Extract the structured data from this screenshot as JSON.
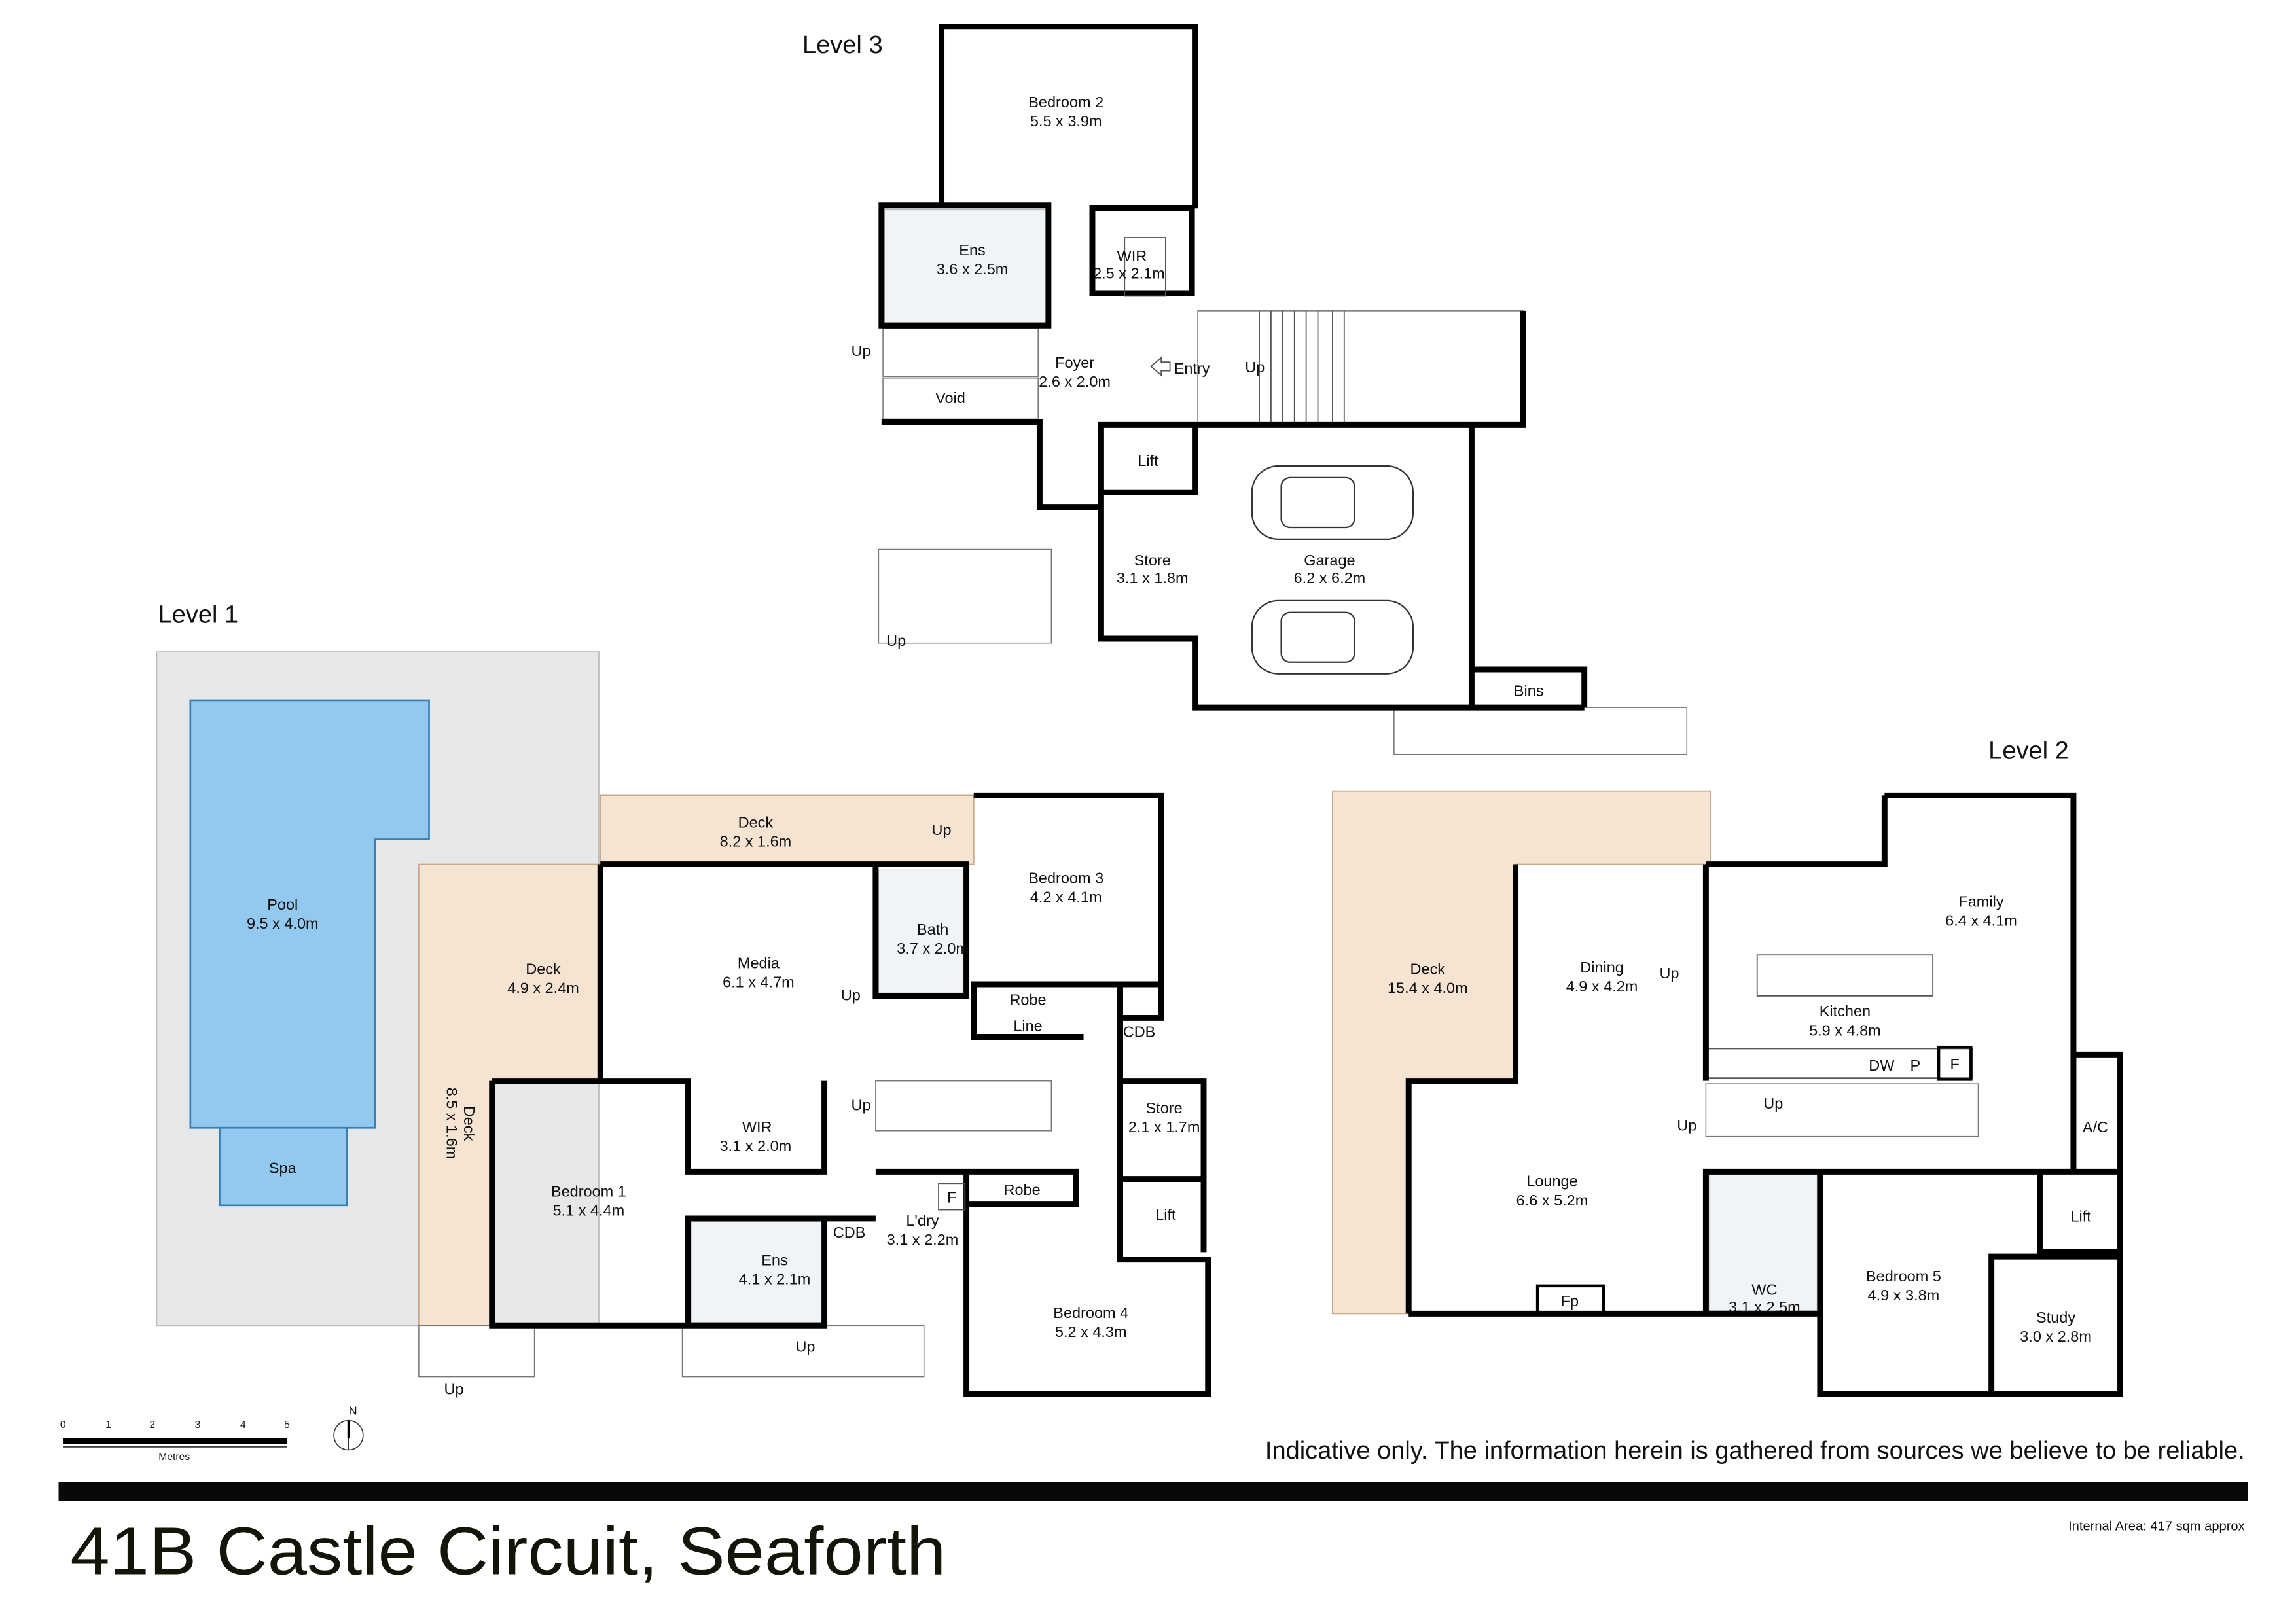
{
  "levels": {
    "level3": {
      "title": "Level 3",
      "rooms": [
        {
          "name": "Bedroom 2",
          "dims": "5.5 x 3.9m"
        },
        {
          "name": "Ens",
          "dims": "3.6 x 2.5m"
        },
        {
          "name": "WIR",
          "dims": "2.5 x 2.1m"
        },
        {
          "name": "Foyer",
          "dims": "2.6 x 2.0m"
        },
        {
          "name": "Store",
          "dims": "3.1 x 1.8m"
        },
        {
          "name": "Garage",
          "dims": "6.2 x 6.2m"
        }
      ],
      "labels": {
        "void": "Void",
        "lift": "Lift",
        "bins": "Bins",
        "entry": "Entry",
        "up": "Up"
      }
    },
    "level1": {
      "title": "Level 1",
      "rooms": [
        {
          "name": "Pool",
          "dims": "9.5 x 4.0m"
        },
        {
          "name": "Deck",
          "dims": "8.2 x 1.6m"
        },
        {
          "name": "Deck",
          "dims": "4.9 x 2.4m"
        },
        {
          "name": "Deck",
          "dims": "8.5 x 1.6m"
        },
        {
          "name": "Media",
          "dims": "6.1 x 4.7m"
        },
        {
          "name": "Bath",
          "dims": "3.7 x 2.0m"
        },
        {
          "name": "Bedroom 3",
          "dims": "4.2 x 4.1m"
        },
        {
          "name": "Store",
          "dims": "2.1 x 1.7m"
        },
        {
          "name": "Bedroom 1",
          "dims": "5.1 x 4.4m"
        },
        {
          "name": "WIR",
          "dims": "3.1 x 2.0m"
        },
        {
          "name": "Ens",
          "dims": "4.1 x 2.1m"
        },
        {
          "name": "L'dry",
          "dims": "3.1 x 2.2m"
        },
        {
          "name": "Bedroom 4",
          "dims": "5.2 x 4.3m"
        }
      ],
      "labels": {
        "spa": "Spa",
        "robe": "Robe",
        "line": "Line",
        "cdb": "CDB",
        "lift": "Lift",
        "fridge": "F",
        "up": "Up"
      }
    },
    "level2": {
      "title": "Level 2",
      "rooms": [
        {
          "name": "Deck",
          "dims": "15.4 x 4.0m"
        },
        {
          "name": "Dining",
          "dims": "4.9 x 4.2m"
        },
        {
          "name": "Family",
          "dims": "6.4 x 4.1m"
        },
        {
          "name": "Kitchen",
          "dims": "5.9 x 4.8m"
        },
        {
          "name": "Lounge",
          "dims": "6.6 x 5.2m"
        },
        {
          "name": "WC",
          "dims": "3.1 x 2.5m"
        },
        {
          "name": "Bedroom 5",
          "dims": "4.9 x 3.8m"
        },
        {
          "name": "Study",
          "dims": "3.0 x 2.8m"
        }
      ],
      "labels": {
        "ac": "A/C",
        "lift": "Lift",
        "fireplace": "Fp",
        "dishwasher": "DW",
        "pantry": "P",
        "fridge": "F",
        "up": "Up"
      }
    }
  },
  "scale": {
    "ticks": [
      "0",
      "1",
      "2",
      "3",
      "4",
      "5"
    ],
    "unit": "Metres",
    "north": "N"
  },
  "footer": {
    "disclaimer": "Indicative only. The information herein is gathered from sources we believe to be reliable.",
    "address": "41B Castle Circuit, Seaforth",
    "internal_area": "Internal Area: 417 sqm approx"
  }
}
